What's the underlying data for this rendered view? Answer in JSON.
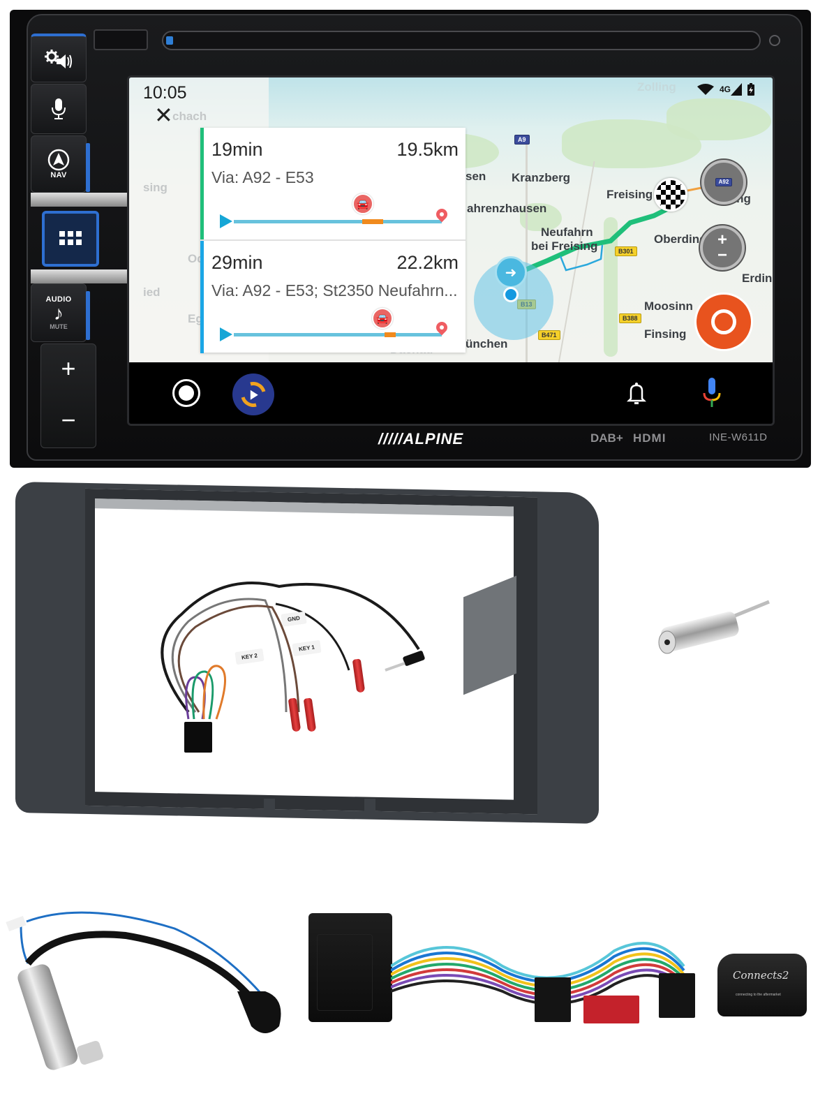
{
  "head_unit": {
    "brand": "/////ALPINE",
    "model": "INE-W611D",
    "badges": {
      "dab": "DAB+",
      "hdmi": "HDMI"
    },
    "side_buttons": [
      {
        "id": "settings-audio",
        "icon": "gear-speaker-icon",
        "label": ""
      },
      {
        "id": "voice",
        "icon": "microphone-icon",
        "label": ""
      },
      {
        "id": "nav",
        "icon": "navigation-arrow-icon",
        "label": "NAV"
      },
      {
        "id": "home",
        "icon": "grid-icon",
        "label": ""
      },
      {
        "id": "audio",
        "icon": "music-note-icon",
        "label": "AUDIO",
        "sublabel": "MUTE"
      },
      {
        "id": "volume",
        "plus": "+",
        "minus": "−"
      }
    ]
  },
  "screen": {
    "status_bar": {
      "time": "10:05",
      "network": "4G",
      "wifi_icon": "wifi-icon",
      "battery_icon": "battery-charging-icon"
    },
    "close_label": "✕",
    "routes": [
      {
        "duration": "19min",
        "distance": "19.5km",
        "via": "Via: A92 - E53",
        "stripe_color": "#1fbf7a",
        "jam_position_pct": 66,
        "jam_width_pct": 9
      },
      {
        "duration": "29min",
        "distance": "22.2km",
        "via": "Via: A92 - E53; St2350 Neufahrn...",
        "stripe_color": "#1aa6e6",
        "jam_position_pct": 76,
        "jam_width_pct": 5
      }
    ],
    "map": {
      "labels": [
        {
          "text": "Zolling",
          "faded": true
        },
        {
          "text": "Kranzberg"
        },
        {
          "text": "sen"
        },
        {
          "text": "ahrenzhausen"
        },
        {
          "text": "Freising"
        },
        {
          "text": "Eitting"
        },
        {
          "text": "Neufahrn"
        },
        {
          "text": "bei Freising"
        },
        {
          "text": "Oberding"
        },
        {
          "text": "Erdin"
        },
        {
          "text": "Moosinn"
        },
        {
          "text": "Finsing"
        },
        {
          "text": "ünchen"
        },
        {
          "text": "chach",
          "faded": true
        },
        {
          "text": "sing",
          "faded": true
        },
        {
          "text": "Od",
          "faded": true
        },
        {
          "text": "ied",
          "faded": true
        },
        {
          "text": "Eg",
          "faded": true
        },
        {
          "text": "Dachau",
          "faded": true
        }
      ],
      "shields": [
        {
          "text": "A9",
          "type": "blue"
        },
        {
          "text": "B301",
          "type": "yellow"
        },
        {
          "text": "B13",
          "type": "yellow"
        },
        {
          "text": "B388",
          "type": "yellow"
        },
        {
          "text": "B471",
          "type": "yellow"
        },
        {
          "text": "A92",
          "type": "blue"
        }
      ],
      "zoom_in": "+",
      "zoom_out": "−",
      "route_color": "#1fbf7a",
      "report_button_color": "#e8531e"
    },
    "nav_bar": {
      "items": [
        {
          "id": "home",
          "icon": "home-circle-icon"
        },
        {
          "id": "waze-app",
          "icon": "media-app-icon"
        },
        {
          "id": "notifications",
          "icon": "bell-icon"
        },
        {
          "id": "assistant",
          "icon": "google-mic-icon"
        }
      ]
    }
  },
  "accessories": {
    "frame": {
      "color": "#3c4045"
    },
    "cable_labels": {
      "gnd": "GND",
      "key1": "KEY 1",
      "key2": "KEY 2"
    },
    "steering_interface_logo": "Connects2",
    "steering_interface_tagline": "connecting to the aftermarket"
  }
}
